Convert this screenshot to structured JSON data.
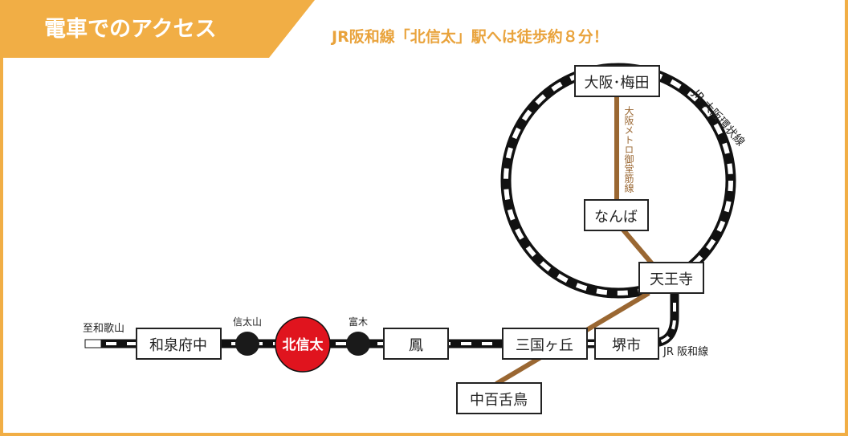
{
  "header": {
    "title": "電車でのアクセス",
    "subtitle": "JR阪和線「北信太」駅へは徒歩約８分！"
  },
  "colors": {
    "accent": "#f1ae45",
    "title_text": "#ffffff",
    "subtitle_text": "#e9a33c",
    "rail_black": "#111111",
    "metro_brown": "#9a6732",
    "current_station": "#e0141e",
    "small_station": "#1a1a1a"
  },
  "stations": {
    "osaka_umeda": "大阪･梅田",
    "namba": "なんば",
    "tennoji": "天王寺",
    "sakai": "堺市",
    "mikunigaoka": "三国ヶ丘",
    "nakamozu": "中百舌鳥",
    "otori": "鳳",
    "kitashinoda": "北信太",
    "izumifuchu": "和泉府中",
    "shinodayama": "信太山",
    "tomiki": "富木"
  },
  "labels": {
    "to_wakayama": "至和歌山",
    "jr_loop": "JR 大阪環状線",
    "metro_line": "大阪メトロ御堂筋線",
    "jr_hanwa": "JR 阪和線"
  }
}
